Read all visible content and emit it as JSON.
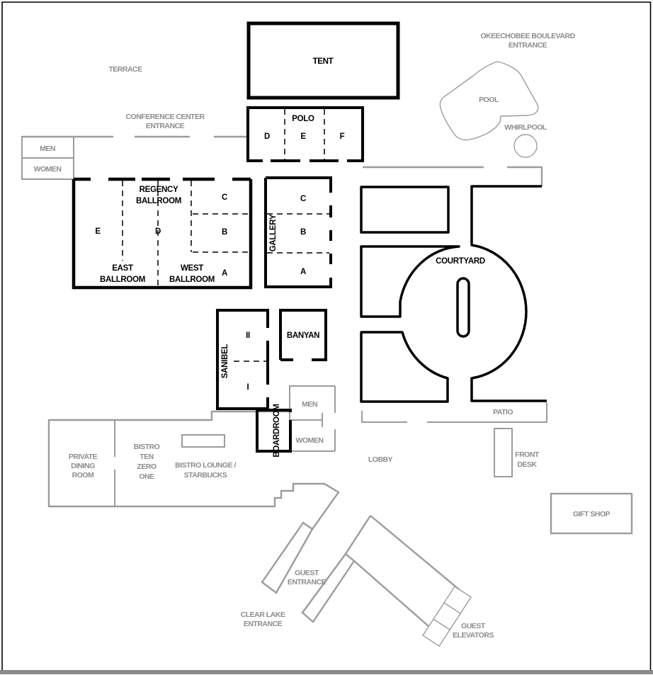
{
  "page": {
    "type": "hotel-conference-center-floor-plan"
  },
  "colors": {
    "meeting_room_walls": "#000000",
    "hotel_feature_lines": "#9c9c9c",
    "gray_label_text": "#8d8d8d",
    "frame_bottom_bar": "#8a8a8a"
  },
  "areas": {
    "terrace": {
      "label": "TERRACE"
    },
    "okeechobee_entrance": {
      "lines": [
        "OKEECHOBEE BOULEVARD",
        "ENTRANCE"
      ]
    },
    "pool": {
      "label": "POOL"
    },
    "whirlpool": {
      "label": "WHIRLPOOL"
    },
    "conference_entrance": {
      "lines": [
        "CONFERENCE CENTER",
        "ENTRANCE"
      ]
    },
    "conference_restrooms": {
      "men": "MEN",
      "women": "WOMEN"
    },
    "tent": {
      "label": "TENT"
    },
    "polo": {
      "label": "POLO",
      "sections": [
        "D",
        "E",
        "F"
      ]
    },
    "regency": {
      "name_lines": [
        "REGENCY",
        "BALLROOM"
      ],
      "east_lines": [
        "EAST",
        "BALLROOM"
      ],
      "west_lines": [
        "WEST",
        "BALLROOM"
      ],
      "sections": [
        "E",
        "D",
        "C",
        "B",
        "A"
      ]
    },
    "gallery": {
      "label": "GALLERY",
      "sections": [
        "C",
        "B",
        "A"
      ]
    },
    "courtyard": {
      "label": "COURTYARD"
    },
    "sanibel": {
      "label": "SANIBEL",
      "sections": [
        "II",
        "I"
      ]
    },
    "banyan": {
      "label": "BANYAN"
    },
    "boardroom": {
      "label": "BOARDROOM"
    },
    "lobby": {
      "label": "LOBBY"
    },
    "lobby_restrooms": {
      "men": "MEN",
      "women": "WOMEN"
    },
    "patio": {
      "label": "PATIO"
    },
    "front_desk": {
      "lines": [
        "FRONT",
        "DESK"
      ]
    },
    "gift_shop": {
      "label": "GIFT SHOP"
    },
    "private_dining": {
      "lines": [
        "PRIVATE",
        "DINING",
        "ROOM"
      ]
    },
    "bistro_1001": {
      "lines": [
        "BISTRO",
        "TEN",
        "ZERO",
        "ONE"
      ]
    },
    "bistro_lounge": {
      "lines": [
        "BISTRO LOUNGE /",
        "STARBUCKS"
      ]
    },
    "guest_entrance": {
      "lines": [
        "GUEST",
        "ENTRANCE"
      ]
    },
    "clear_lake_entrance": {
      "lines": [
        "CLEAR LAKE",
        "ENTRANCE"
      ]
    },
    "guest_elevators": {
      "lines": [
        "GUEST",
        "ELEVATORS"
      ]
    }
  }
}
